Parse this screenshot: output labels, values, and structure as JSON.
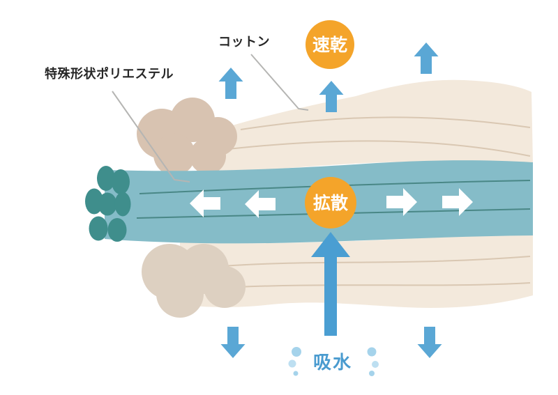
{
  "labels": {
    "cotton": "コットン",
    "polyester": "特殊形状ポリエステル",
    "quick_dry": "速乾",
    "diffusion": "拡散",
    "absorption": "吸水"
  },
  "colors": {
    "background": "#ffffff",
    "cotton_band": "#f3e9dc",
    "cotton_fiber_line": "#d9c7b2",
    "cotton_blob_top": "#d8c3b1",
    "cotton_blob_bottom": "#ddd0c1",
    "polyester_band": "#85bcc8",
    "polyester_streak": "#3e7e7a",
    "fiber_bundle": "#3f8e8c",
    "arrow_blue": "#5aa7d5",
    "arrow_big_blue": "#4a9ed2",
    "arrow_white": "#ffffff",
    "badge_orange": "#f4a42a",
    "badge_text": "#ffffff",
    "label_text": "#262626",
    "leader_line": "#b5b5b3",
    "absorption_text": "#4a9bcf",
    "droplet": "#a5d3eb",
    "droplet_light": "#bddff1"
  }
}
